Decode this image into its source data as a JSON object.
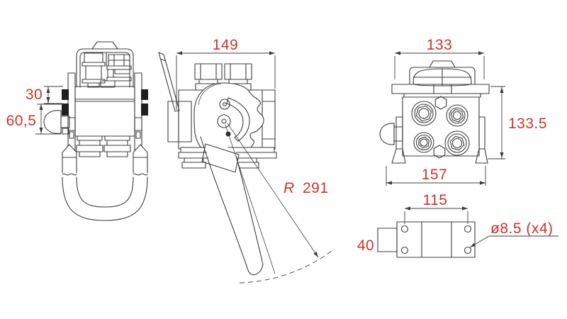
{
  "drawing": {
    "background": "#ffffff",
    "colors": {
      "line": "#3d3d3d",
      "dimension": "#d23129",
      "pad_fill": "#1f1f1f"
    },
    "views": {
      "front": {
        "dims": {
          "pad_offset": "30",
          "knob_offset": "60,5"
        }
      },
      "side": {
        "dims": {
          "width": "149",
          "radius_prefix": "R",
          "radius": "291"
        }
      },
      "face": {
        "dims": {
          "top_width": "133",
          "height": "133.5",
          "base_width": "157"
        }
      },
      "base": {
        "dims": {
          "hole_spacing": "115",
          "tab_width": "40",
          "hole_note": "ø8.5 (x4)"
        }
      }
    }
  }
}
